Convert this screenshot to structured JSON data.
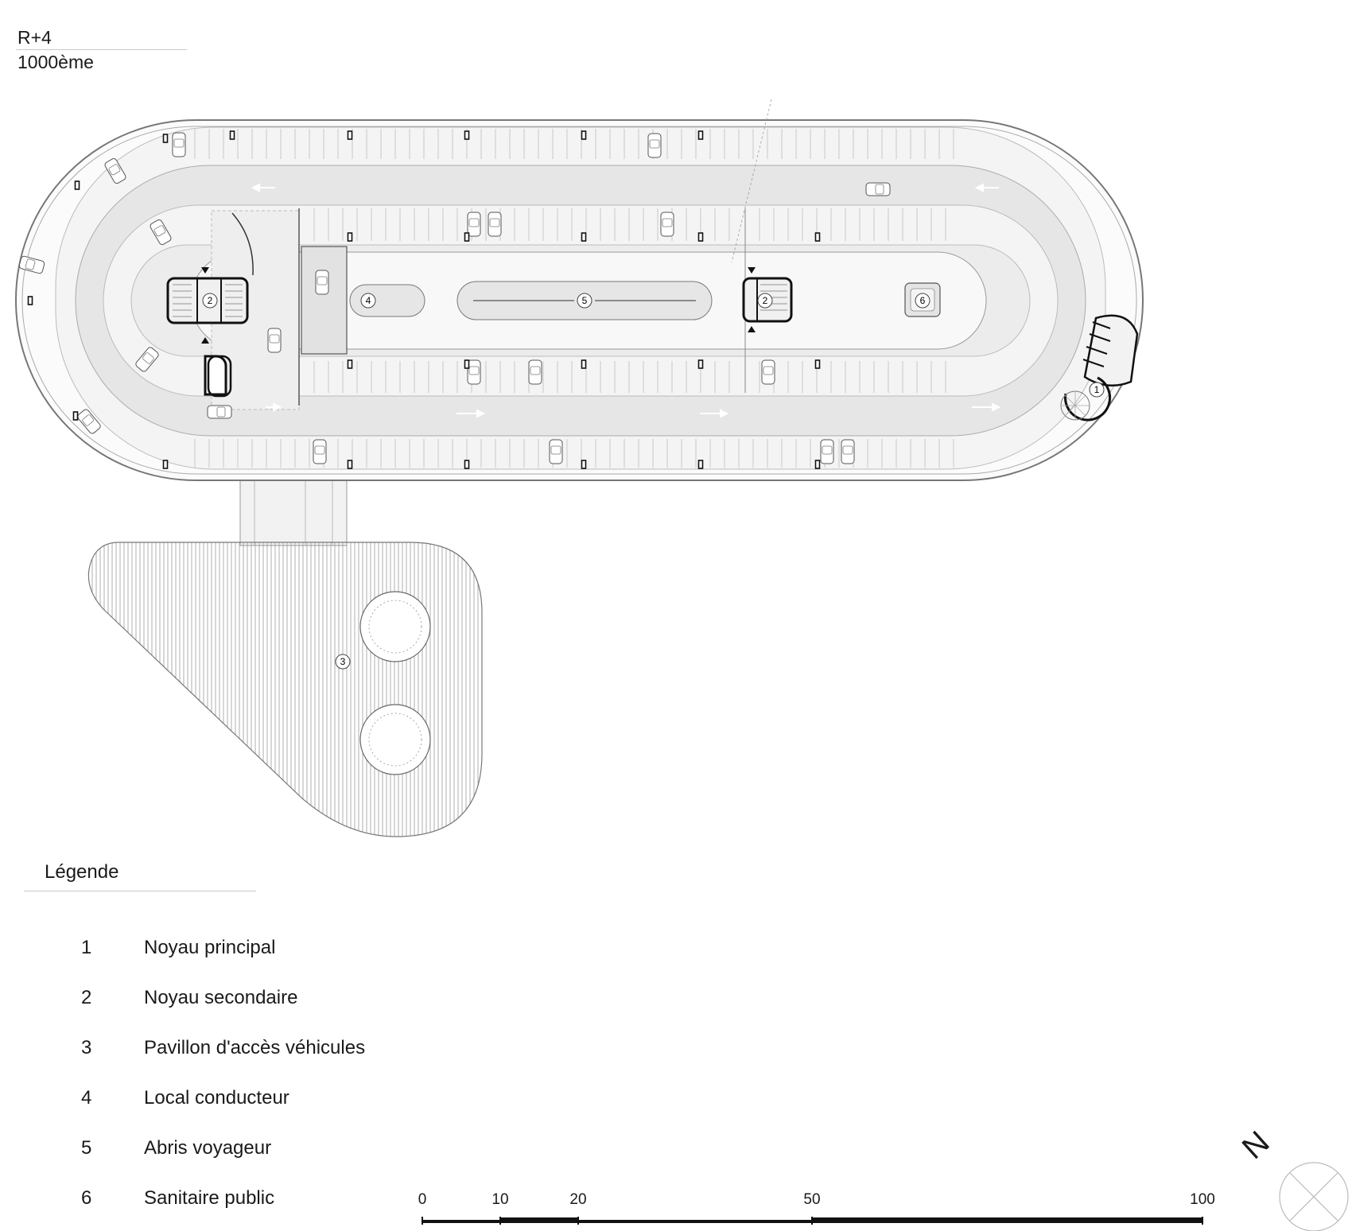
{
  "header": {
    "level": "R+4",
    "scale": "1000ème"
  },
  "plan_labels": {
    "core_main": "1",
    "core_secondary_west": "2",
    "core_secondary_east": "2",
    "pavilion": "3",
    "driver_room": "4",
    "passenger_shelter": "5",
    "public_toilet": "6"
  },
  "legend": {
    "title": "Légende",
    "items": [
      {
        "num": "1",
        "text": "Noyau principal"
      },
      {
        "num": "2",
        "text": "Noyau secondaire"
      },
      {
        "num": "3",
        "text": "Pavillon d'accès véhicules"
      },
      {
        "num": "4",
        "text": "Local conducteur"
      },
      {
        "num": "5",
        "text": "Abris voyageur"
      },
      {
        "num": "6",
        "text": "Sanitaire public"
      }
    ]
  },
  "scale_bar": {
    "ticks": [
      "0",
      "10",
      "20",
      "50",
      "100"
    ]
  },
  "north": {
    "letter": "N"
  },
  "colors": {
    "line": "#8a8a8a",
    "dark": "#1a1a1a",
    "road": "#e6e6e6",
    "fill": "#f4f4f4"
  }
}
